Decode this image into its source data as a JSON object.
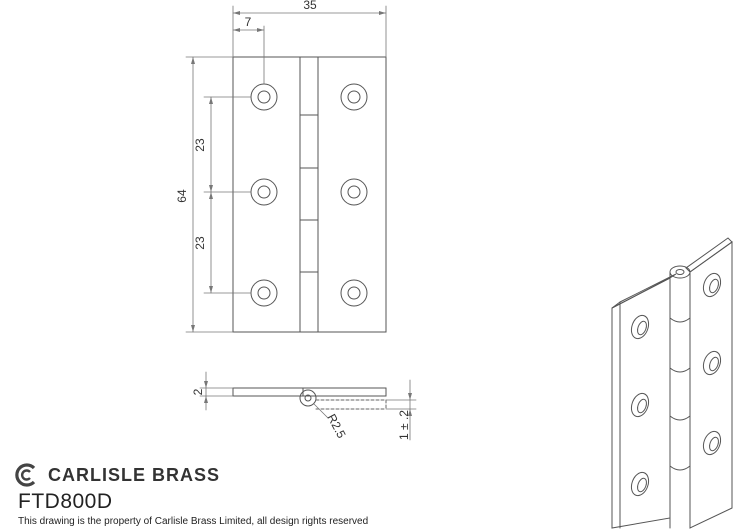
{
  "drawing": {
    "dimensions": {
      "width_total": "35",
      "hole_offset": "7",
      "height_total": "64",
      "hole_pitch_upper": "23",
      "hole_pitch_lower": "23",
      "thickness": "2",
      "radius": "R2.5",
      "open_gap": "1 ± .2"
    }
  },
  "brand": {
    "name": "CARLISLE BRASS",
    "logo_icon": "carlisle-c-logo-icon"
  },
  "product_code": "FTD800D",
  "footer": {
    "notice": "This drawing is the property of Carlisle Brass Limited, all design rights reserved"
  }
}
